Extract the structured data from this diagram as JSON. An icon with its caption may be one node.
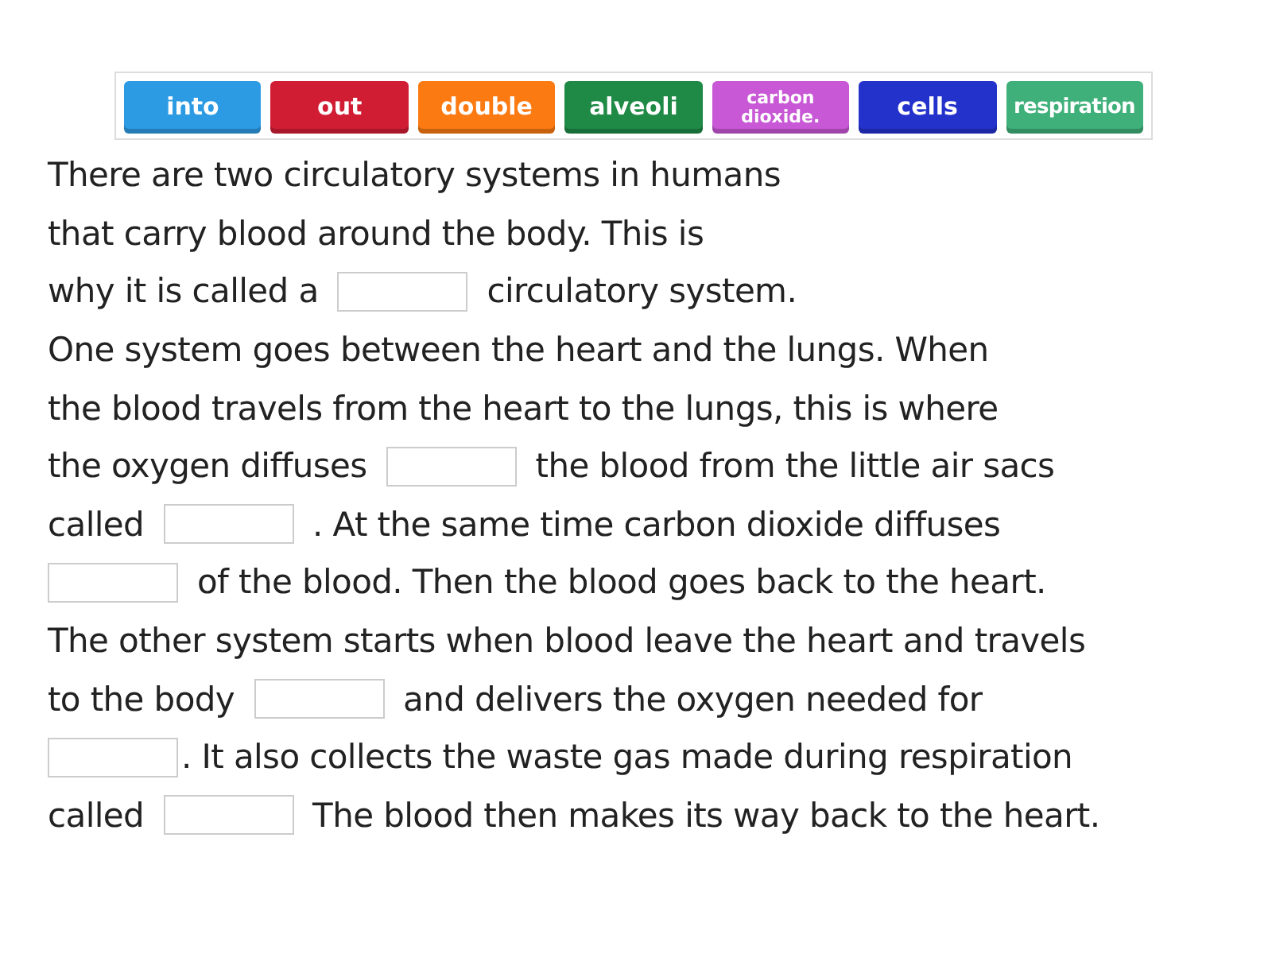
{
  "diagram": {
    "nodes": [
      {
        "text": [
          "into"
        ]
      },
      {
        "text": [
          "out"
        ]
      },
      {
        "text": [
          "double"
        ]
      },
      {
        "text": [
          "alveoli"
        ]
      },
      {
        "text": [
          "carbon dioxide."
        ]
      },
      {
        "text": [
          "cells"
        ]
      },
      {
        "text": [
          "respiration"
        ]
      }
    ],
    "labels": [
      "There are two circulatory systems in humans",
      "that carry blood around the body. This is",
      "why it is called a",
      "circulatory system.",
      "One system goes between the heart and the lungs. When",
      "the blood travels from the heart to the lungs, this is where",
      "the oxygen diffuses",
      "the blood from the little air sacs",
      "called",
      ". At the same time carbon dioxide diffuses",
      "of the blood. Then the blood goes back to the heart.",
      "The other system starts when blood leave the heart and travels",
      "to the body",
      "and delivers the oxygen needed for",
      ". It also collects the waste gas made during respiration",
      "called",
      "The blood then makes its way back to the heart."
    ]
  }
}
